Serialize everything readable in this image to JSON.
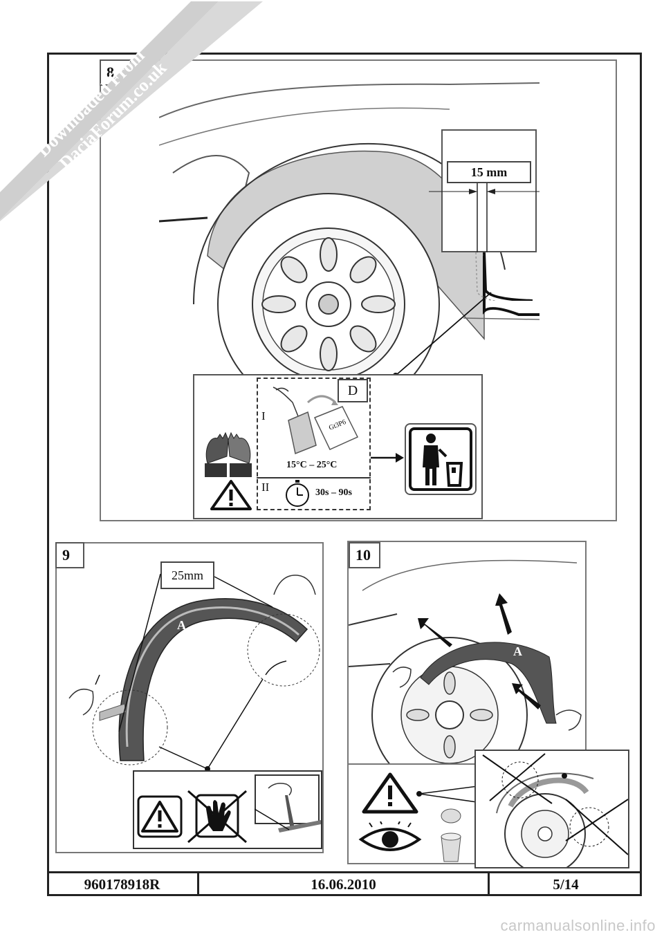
{
  "watermark": {
    "line1": "Downloaded From",
    "line2": "DaciaForum.co.uk"
  },
  "step8": {
    "number": "8",
    "dimension": "15 mm",
    "inset_letter": "D",
    "roman_1": "I",
    "roman_2": "II",
    "temperature": "15°C – 25°C",
    "time": "30s – 90s",
    "packet_text": "Gt3P6"
  },
  "step9": {
    "number": "9",
    "dimension": "25mm",
    "part_letter": "A"
  },
  "step10": {
    "number": "10",
    "part_letter": "A"
  },
  "footer": {
    "part_number": "960178918R",
    "date": "16.06.2010",
    "page": "5/14"
  },
  "site_footer": "carmanualsonline.info",
  "icons": [
    "warning-icon",
    "gloves-icon",
    "trash-bin-icon",
    "timer-icon",
    "eye-icon",
    "no-hand-icon",
    "clip-icon"
  ]
}
